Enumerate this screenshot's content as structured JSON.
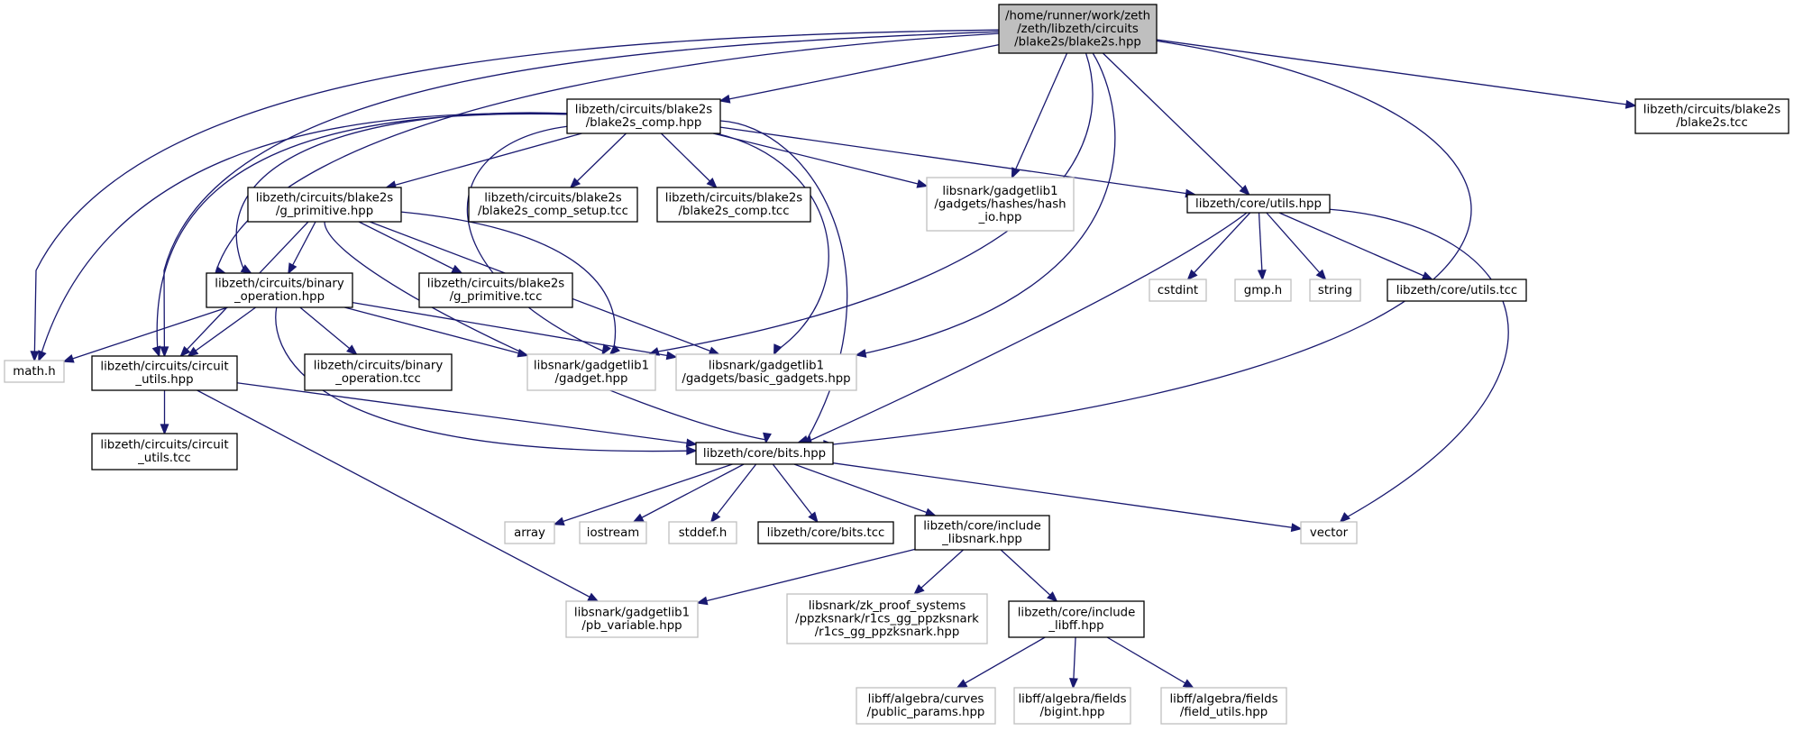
{
  "graph": {
    "colors": {
      "edge": "#191970",
      "root_fill": "#bfbfbf",
      "root_border": "#000000",
      "documented_border": "#000000",
      "external_border": "#bfbfbf",
      "external_text": "#000000",
      "fill": "#ffffff"
    },
    "nodes": [
      {
        "id": "root",
        "lines": [
          "/home/runner/work/zeth",
          "/zeth/libzeth/circuits",
          "/blake2s/blake2s.hpp"
        ],
        "kind": "root"
      },
      {
        "id": "comp_hpp",
        "lines": [
          "libzeth/circuits/blake2s",
          "/blake2s_comp.hpp"
        ],
        "kind": "documented"
      },
      {
        "id": "blake2s_tcc",
        "lines": [
          "libzeth/circuits/blake2s",
          "/blake2s.tcc"
        ],
        "kind": "documented"
      },
      {
        "id": "gprim_hpp",
        "lines": [
          "libzeth/circuits/blake2s",
          "/g_primitive.hpp"
        ],
        "kind": "documented"
      },
      {
        "id": "comp_setup_tcc",
        "lines": [
          "libzeth/circuits/blake2s",
          "/blake2s_comp_setup.tcc"
        ],
        "kind": "documented"
      },
      {
        "id": "comp_tcc",
        "lines": [
          "libzeth/circuits/blake2s",
          "/blake2s_comp.tcc"
        ],
        "kind": "documented"
      },
      {
        "id": "hash_io",
        "lines": [
          "libsnark/gadgetlib1",
          "/gadgets/hashes/hash",
          "_io.hpp"
        ],
        "kind": "external"
      },
      {
        "id": "utils_hpp",
        "lines": [
          "libzeth/core/utils.hpp"
        ],
        "kind": "documented"
      },
      {
        "id": "binop_hpp",
        "lines": [
          "libzeth/circuits/binary",
          "_operation.hpp"
        ],
        "kind": "documented"
      },
      {
        "id": "gprim_tcc",
        "lines": [
          "libzeth/circuits/blake2s",
          "/g_primitive.tcc"
        ],
        "kind": "documented"
      },
      {
        "id": "cstdint",
        "lines": [
          "cstdint"
        ],
        "kind": "external"
      },
      {
        "id": "gmp",
        "lines": [
          "gmp.h"
        ],
        "kind": "external"
      },
      {
        "id": "string",
        "lines": [
          "string"
        ],
        "kind": "external"
      },
      {
        "id": "utils_tcc",
        "lines": [
          "libzeth/core/utils.tcc"
        ],
        "kind": "documented"
      },
      {
        "id": "math",
        "lines": [
          "math.h"
        ],
        "kind": "external"
      },
      {
        "id": "circ_utils_hpp",
        "lines": [
          "libzeth/circuits/circuit",
          "_utils.hpp"
        ],
        "kind": "documented"
      },
      {
        "id": "binop_tcc",
        "lines": [
          "libzeth/circuits/binary",
          "_operation.tcc"
        ],
        "kind": "documented"
      },
      {
        "id": "gadget",
        "lines": [
          "libsnark/gadgetlib1",
          "/gadget.hpp"
        ],
        "kind": "external"
      },
      {
        "id": "basic_gadgets",
        "lines": [
          "libsnark/gadgetlib1",
          "/gadgets/basic_gadgets.hpp"
        ],
        "kind": "external"
      },
      {
        "id": "circ_utils_tcc",
        "lines": [
          "libzeth/circuits/circuit",
          "_utils.tcc"
        ],
        "kind": "documented"
      },
      {
        "id": "bits_hpp",
        "lines": [
          "libzeth/core/bits.hpp"
        ],
        "kind": "documented"
      },
      {
        "id": "array",
        "lines": [
          "array"
        ],
        "kind": "external"
      },
      {
        "id": "iostream",
        "lines": [
          "iostream"
        ],
        "kind": "external"
      },
      {
        "id": "stddef",
        "lines": [
          "stddef.h"
        ],
        "kind": "external"
      },
      {
        "id": "bits_tcc",
        "lines": [
          "libzeth/core/bits.tcc"
        ],
        "kind": "documented"
      },
      {
        "id": "inc_libsnark",
        "lines": [
          "libzeth/core/include",
          "_libsnark.hpp"
        ],
        "kind": "documented"
      },
      {
        "id": "vector",
        "lines": [
          "vector"
        ],
        "kind": "external"
      },
      {
        "id": "pb_variable",
        "lines": [
          "libsnark/gadgetlib1",
          "/pb_variable.hpp"
        ],
        "kind": "external"
      },
      {
        "id": "r1cs",
        "lines": [
          "libsnark/zk_proof_systems",
          "/ppzksnark/r1cs_gg_ppzksnark",
          "/r1cs_gg_ppzksnark.hpp"
        ],
        "kind": "external"
      },
      {
        "id": "inc_libff",
        "lines": [
          "libzeth/core/include",
          "_libff.hpp"
        ],
        "kind": "documented"
      },
      {
        "id": "public_params",
        "lines": [
          "libff/algebra/curves",
          "/public_params.hpp"
        ],
        "kind": "external"
      },
      {
        "id": "bigint",
        "lines": [
          "libff/algebra/fields",
          "/bigint.hpp"
        ],
        "kind": "external"
      },
      {
        "id": "field_utils",
        "lines": [
          "libff/algebra/fields",
          "/field_utils.hpp"
        ],
        "kind": "external"
      }
    ],
    "edges": [
      [
        "root",
        "comp_hpp"
      ],
      [
        "root",
        "blake2s_tcc"
      ],
      [
        "root",
        "hash_io"
      ],
      [
        "root",
        "utils_hpp"
      ],
      [
        "root",
        "binop_hpp"
      ],
      [
        "root",
        "math"
      ],
      [
        "root",
        "circ_utils_hpp"
      ],
      [
        "root",
        "gadget"
      ],
      [
        "root",
        "basic_gadgets"
      ],
      [
        "root",
        "bits_hpp"
      ],
      [
        "comp_hpp",
        "gprim_hpp"
      ],
      [
        "comp_hpp",
        "comp_setup_tcc"
      ],
      [
        "comp_hpp",
        "comp_tcc"
      ],
      [
        "comp_hpp",
        "hash_io"
      ],
      [
        "comp_hpp",
        "utils_hpp"
      ],
      [
        "comp_hpp",
        "binop_hpp"
      ],
      [
        "comp_hpp",
        "math"
      ],
      [
        "comp_hpp",
        "circ_utils_hpp"
      ],
      [
        "comp_hpp",
        "gadget"
      ],
      [
        "comp_hpp",
        "basic_gadgets"
      ],
      [
        "comp_hpp",
        "bits_hpp"
      ],
      [
        "gprim_hpp",
        "binop_hpp"
      ],
      [
        "gprim_hpp",
        "gprim_tcc"
      ],
      [
        "gprim_hpp",
        "circ_utils_hpp"
      ],
      [
        "gprim_hpp",
        "gadget"
      ],
      [
        "gprim_hpp",
        "basic_gadgets"
      ],
      [
        "gprim_hpp",
        "bits_hpp"
      ],
      [
        "utils_hpp",
        "cstdint"
      ],
      [
        "utils_hpp",
        "gmp"
      ],
      [
        "utils_hpp",
        "string"
      ],
      [
        "utils_hpp",
        "utils_tcc"
      ],
      [
        "utils_hpp",
        "vector"
      ],
      [
        "utils_hpp",
        "bits_hpp"
      ],
      [
        "binop_hpp",
        "math"
      ],
      [
        "binop_hpp",
        "circ_utils_hpp"
      ],
      [
        "binop_hpp",
        "binop_tcc"
      ],
      [
        "binop_hpp",
        "gadget"
      ],
      [
        "binop_hpp",
        "basic_gadgets"
      ],
      [
        "binop_hpp",
        "bits_hpp"
      ],
      [
        "circ_utils_hpp",
        "circ_utils_tcc"
      ],
      [
        "circ_utils_hpp",
        "bits_hpp"
      ],
      [
        "circ_utils_hpp",
        "pb_variable"
      ],
      [
        "bits_hpp",
        "array"
      ],
      [
        "bits_hpp",
        "iostream"
      ],
      [
        "bits_hpp",
        "stddef"
      ],
      [
        "bits_hpp",
        "bits_tcc"
      ],
      [
        "bits_hpp",
        "inc_libsnark"
      ],
      [
        "bits_hpp",
        "vector"
      ],
      [
        "inc_libsnark",
        "pb_variable"
      ],
      [
        "inc_libsnark",
        "r1cs"
      ],
      [
        "inc_libsnark",
        "inc_libff"
      ],
      [
        "inc_libff",
        "public_params"
      ],
      [
        "inc_libff",
        "bigint"
      ],
      [
        "inc_libff",
        "field_utils"
      ]
    ]
  }
}
